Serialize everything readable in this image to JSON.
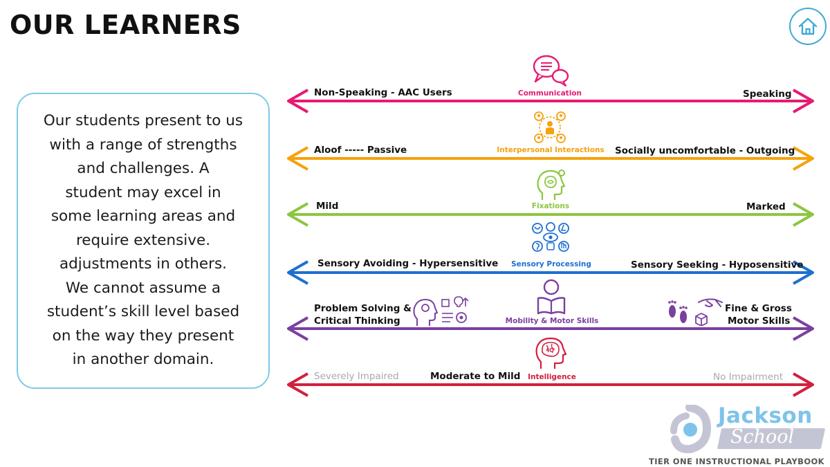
{
  "title": "OUR LEARNERS",
  "description": "Our students present to us with a range of strengths and challenges. A student may excel in some learning areas and require extensive. adjustments in others. We cannot assume a student’s skill level based on the way they present in another domain.",
  "description_lines": [
    "Our students present to us",
    "with a range of strengths",
    "and challenges. A",
    "student may excel in",
    "some learning areas and",
    "require extensive.",
    "adjustments in others.",
    "We cannot assume a",
    "student’s skill level based",
    "on the way they present",
    "in another domain."
  ],
  "spectrums": [
    {
      "name": "Communication",
      "left": "Non-Speaking - AAC Users",
      "right": "Speaking",
      "color": "#e61b72",
      "icon": "speech-bubbles-icon"
    },
    {
      "name": "Interpersonal Interactions",
      "left": "Aloof ----- Passive",
      "right": "Socially uncomfortable - Outgoing",
      "color": "#f5a20c",
      "icon": "people-network-icon"
    },
    {
      "name": "Fixations",
      "left": "Mild",
      "right": "Marked",
      "color": "#8cc63f",
      "icon": "head-gear-icon"
    },
    {
      "name": "Sensory Processing",
      "left": "Sensory Avoiding - Hypersensitive",
      "right": "Sensory Seeking - Hyposensitive",
      "color": "#1e6fd0",
      "icon": "senses-icon"
    },
    {
      "name": "Mobility & Motor Skills",
      "left": "Problem Solving &",
      "left2": "Critical Thinking",
      "right": "Fine & Gross",
      "right2": "Motor Skills",
      "color": "#7b3fa0",
      "icon": "reading-person-icon"
    },
    {
      "name": "Intelligence",
      "left": "Severely Impaired",
      "mid": "Moderate to Mild",
      "right": "No Impairment",
      "color": "#d2203c",
      "icon": "iq-head-icon"
    }
  ],
  "logo": {
    "line1": "Jackson",
    "line2": "School"
  },
  "footer": "TIER ONE INSTRUCTIONAL PLAYBOOK",
  "colors": {
    "accent": "#3fa9d6",
    "box_border": "#7ccbe6"
  }
}
